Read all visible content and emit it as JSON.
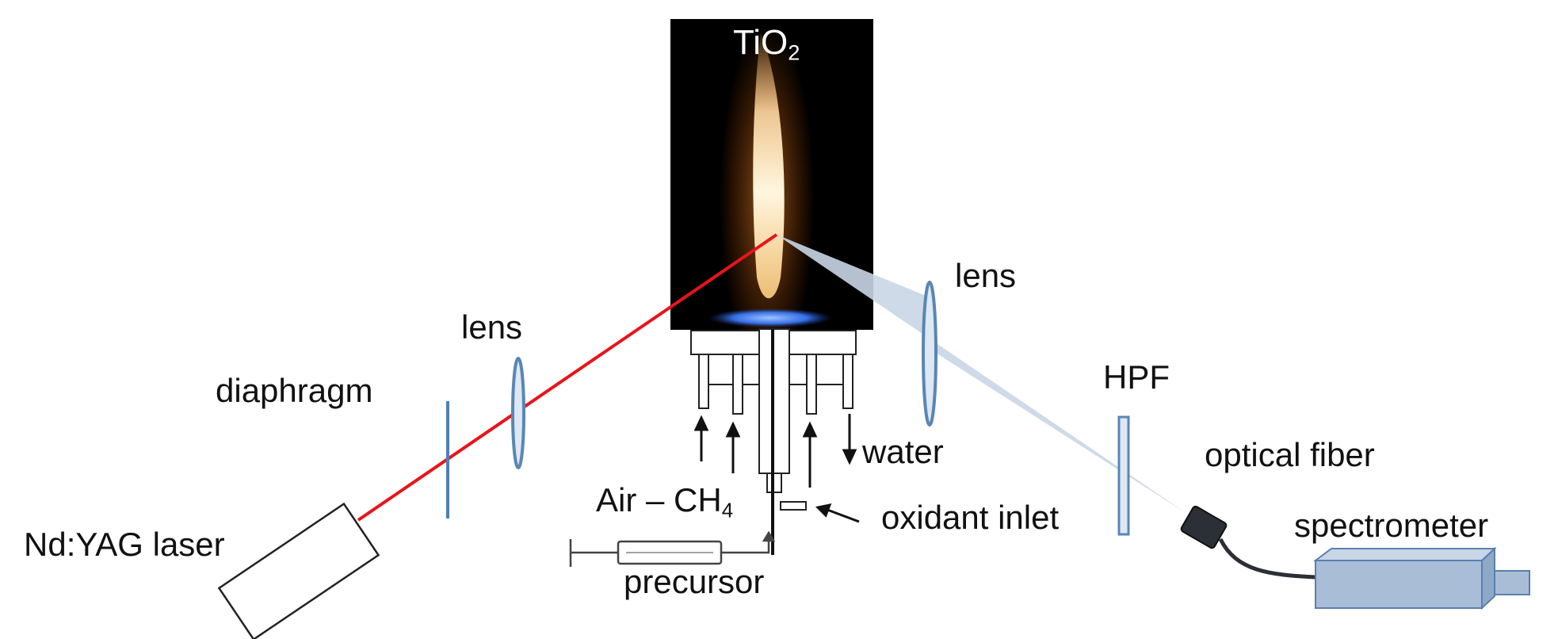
{
  "labels": {
    "flame_product": "TiO",
    "flame_product_sub": "2",
    "lens_left": "lens",
    "lens_right": "lens",
    "diaphragm": "diaphragm",
    "laser": "Nd:YAG laser",
    "fuel_prefix": "Air – CH",
    "fuel_sub": "4",
    "precursor": "precursor",
    "water": "water",
    "oxidant_inlet": "oxidant inlet",
    "hpf": "HPF",
    "optical_fiber": "optical fiber",
    "spectrometer": "spectrometer"
  },
  "colors": {
    "laser_beam": "#e8141b",
    "lens": "#5a86b3",
    "collection_cone": "#c9d6e6",
    "spectrometer_body": "#a9bdd7",
    "flame_background": "#000000",
    "burner_flame": "#3a7bff"
  }
}
